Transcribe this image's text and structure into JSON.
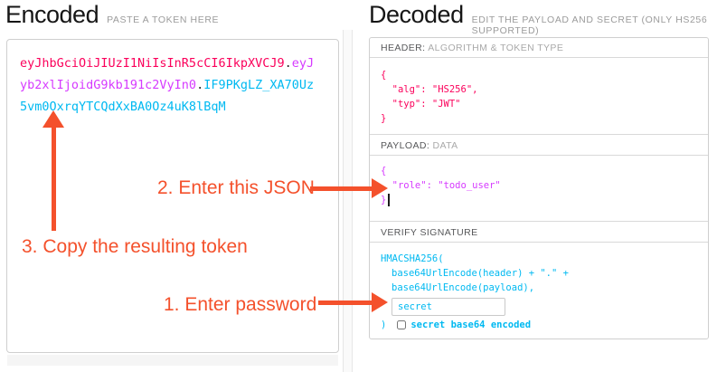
{
  "encoded": {
    "title": "Encoded",
    "subtitle": "PASTE A TOKEN HERE",
    "token": {
      "header_segment": "eyJhbGciOiJIUzI1NiIsInR5cCI6IkpXVCJ9",
      "dot1": ".",
      "payload_segment": "eyJyb2xlIjoidG9kb191c2VyIn0",
      "dot2": ".",
      "signature_segment": "IF9PKgLZ_XA70Uz5vm0OxrqYTCQdXxBA0Oz4uK8lBqM"
    }
  },
  "decoded": {
    "title": "Decoded",
    "subtitle": "EDIT THE PAYLOAD AND SECRET (ONLY HS256 SUPPORTED)",
    "header_section": {
      "label_strong": "HEADER:",
      "label_dim": "ALGORITHM & TOKEN TYPE",
      "code": "{\n  \"alg\": \"HS256\",\n  \"typ\": \"JWT\"\n}"
    },
    "payload_section": {
      "label_strong": "PAYLOAD:",
      "label_dim": "DATA",
      "code": "{\n  \"role\": \"todo_user\"\n}"
    },
    "signature_section": {
      "label_strong": "VERIFY SIGNATURE",
      "line1": "HMACSHA256(",
      "line2": "base64UrlEncode(header) + \".\" +",
      "line3": "base64UrlEncode(payload),",
      "secret_value": "secret",
      "close_paren": ")",
      "checkbox_label": "secret base64 encoded",
      "checkbox_checked": false
    }
  },
  "annotations": {
    "step1": "1. Enter password",
    "step2": "2. Enter this JSON",
    "step3": "3. Copy the resulting token"
  },
  "colors": {
    "token_header": "#fb015b",
    "token_payload": "#d63aff",
    "token_signature": "#00b9f1",
    "annotation_red": "#f4512c"
  }
}
